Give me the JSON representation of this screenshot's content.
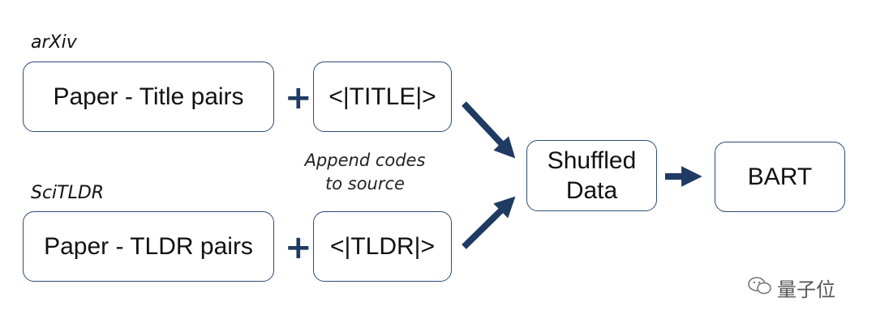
{
  "sources": {
    "arxiv_label": "arXiv",
    "scitldr_label": "SciTLDR"
  },
  "boxes": {
    "paper_title": "Paper - Title pairs",
    "title_code": "<|TITLE|>",
    "paper_tldr": "Paper - TLDR pairs",
    "tldr_code": "<|TLDR|>",
    "shuffled_line1": "Shuffled",
    "shuffled_line2": "Data",
    "bart": "BART"
  },
  "note": {
    "line1": "Append codes",
    "line2": "to source"
  },
  "plus_symbol": "+",
  "watermark": {
    "icon": "wechat-icon",
    "text": "量子位"
  },
  "colors": {
    "arrow": "#1f3a63",
    "border": "#2b4a78"
  }
}
